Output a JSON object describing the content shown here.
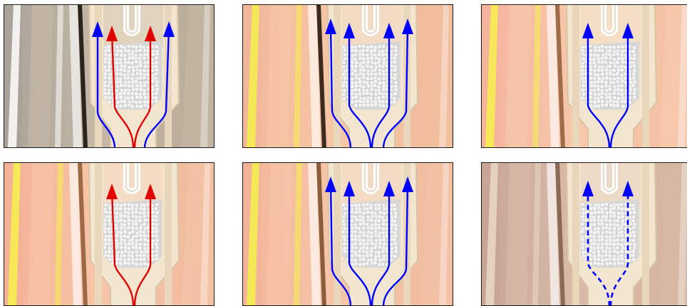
{
  "figure": {
    "panels": [
      {
        "id": "p1",
        "scene": {
          "wall_left": "#a9a39a",
          "wall_mid": "#c4b8a6",
          "wall_right": "#b8ab97",
          "stripe": "#ffffff",
          "dark_gap": "#2a241d",
          "right_wall": "#c2b6a3",
          "glow": "#bdb1a0"
        },
        "flows": [
          {
            "color": "#0000ff",
            "style": "solid",
            "path": "inner-left-blue"
          },
          {
            "color": "#e00000",
            "style": "solid",
            "path": "center-left-red"
          },
          {
            "color": "#e00000",
            "style": "solid",
            "path": "center-right-red"
          },
          {
            "color": "#0000ff",
            "style": "solid",
            "path": "inner-right-blue"
          }
        ]
      },
      {
        "id": "p2",
        "scene": {
          "wall_left": "#f2b79a",
          "wall_mid": "#f6c7a6",
          "wall_right": "#f0b99b",
          "stripe": "#f6f14a",
          "dark_gap": "#3b2b1f",
          "right_wall": "#f1bf9f",
          "glow": "#f4c9ad"
        },
        "flows": [
          {
            "color": "#0000ff",
            "style": "solid",
            "path": "outer-left-blue"
          },
          {
            "color": "#0000ff",
            "style": "solid",
            "path": "center-left-blue"
          },
          {
            "color": "#0000ff",
            "style": "solid",
            "path": "center-right-blue"
          },
          {
            "color": "#0000ff",
            "style": "solid",
            "path": "outer-right-blue"
          }
        ]
      },
      {
        "id": "p3",
        "scene": {
          "wall_left": "#f5b49c",
          "wall_mid": "#f7c8ab",
          "wall_right": "#f3bfa2",
          "stripe": "#f7f14e",
          "dark_gap": "#9e6c48",
          "right_wall": "#f5c9ad",
          "glow": "#f7cfb4"
        },
        "flows": [
          {
            "color": "#0000ff",
            "style": "solid",
            "path": "center-left-blue"
          },
          {
            "color": "#0000ff",
            "style": "solid",
            "path": "center-right-blue"
          }
        ]
      },
      {
        "id": "p4",
        "scene": {
          "wall_left": "#f4b197",
          "wall_mid": "#f6c5a7",
          "wall_right": "#f1b99c",
          "stripe": "#f6f14a",
          "dark_gap": "#9b6a45",
          "right_wall": "#f3c3a5",
          "glow": "#f5cbb0"
        },
        "flows": [
          {
            "color": "#e00000",
            "style": "solid",
            "path": "center-left-red"
          },
          {
            "color": "#e00000",
            "style": "solid",
            "path": "center-right-red"
          }
        ]
      },
      {
        "id": "p5",
        "scene": {
          "wall_left": "#f2b59a",
          "wall_mid": "#f6c6a8",
          "wall_right": "#f0ba9d",
          "stripe": "#f6f14a",
          "dark_gap": "#8a5d3d",
          "right_wall": "#f2c1a3",
          "glow": "#f4c8ad"
        },
        "flows": [
          {
            "color": "#0000ff",
            "style": "solid",
            "path": "outer-left-blue"
          },
          {
            "color": "#0000ff",
            "style": "solid",
            "path": "center-left-blue"
          },
          {
            "color": "#0000ff",
            "style": "solid",
            "path": "center-right-blue"
          },
          {
            "color": "#0000ff",
            "style": "solid",
            "path": "outer-right-blue"
          }
        ]
      },
      {
        "id": "p6",
        "scene": {
          "wall_left": "#c9a595",
          "wall_mid": "#d8bba8",
          "wall_right": "#d4b4a0",
          "stripe": "#ead9c6",
          "dark_gap": "#8a6a55",
          "right_wall": "#d6b8a4",
          "glow": "#dcc3b2"
        },
        "flows": [
          {
            "color": "#0000ff",
            "style": "dashed",
            "path": "center-left-blue"
          },
          {
            "color": "#0000ff",
            "style": "dashed",
            "path": "center-right-blue"
          }
        ]
      }
    ]
  }
}
